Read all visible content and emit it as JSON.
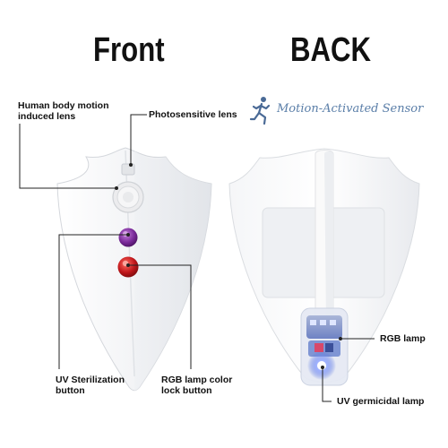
{
  "headings": {
    "front": "Front",
    "back": "BACK"
  },
  "labels": {
    "human_motion_line1": "Human body motion",
    "human_motion_line2": "induced lens",
    "photosensitive": "Photosensitive lens",
    "motion_sensor": "Motion-Activated Sensor",
    "uv_button_line1": "UV Sterilization",
    "uv_button_line2": "button",
    "rgb_lock_line1": "RGB lamp color",
    "rgb_lock_line2": "lock button",
    "rgb_lamp": "RGB lamp",
    "uv_lamp": "UV germicidal lamp"
  },
  "icons": {
    "motion": "running-person-icon"
  },
  "colors": {
    "purple_button": "#7a2a9a",
    "red_button": "#c0171b",
    "sensor_text": "#5a7ea8",
    "led_blue": "#3a5ad8"
  }
}
